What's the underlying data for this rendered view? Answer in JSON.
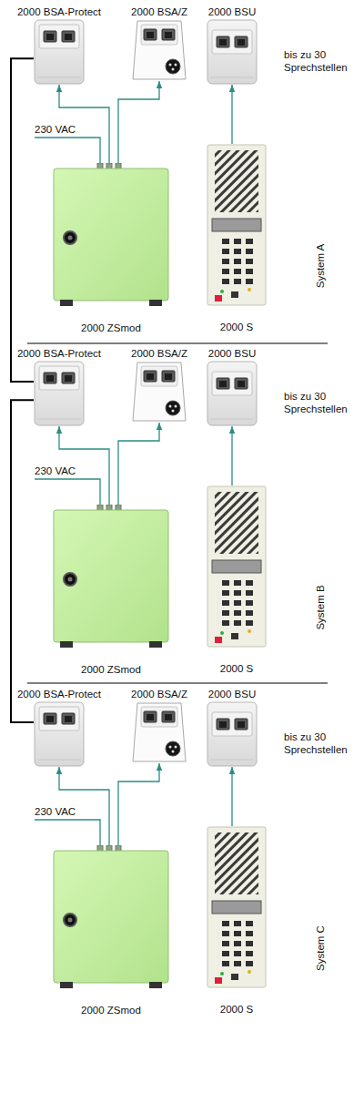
{
  "diagram": {
    "nodes": [
      {
        "text": [
          "2000 BSA-Protect"
        ]
      },
      {
        "text": [
          "2000 BSA/Z"
        ]
      },
      {
        "text": [
          "2000 BSU"
        ]
      },
      {
        "text": [
          "2000 ZSmod"
        ]
      },
      {
        "text": [
          "2000 S"
        ]
      },
      {
        "text": [
          "2000 BSA-Protect"
        ]
      },
      {
        "text": [
          "2000 BSA/Z"
        ]
      },
      {
        "text": [
          "2000 BSU"
        ]
      },
      {
        "text": [
          "2000 ZSmod"
        ]
      },
      {
        "text": [
          "2000 S"
        ]
      },
      {
        "text": [
          "2000 BSA-Protect"
        ]
      },
      {
        "text": [
          "2000 BSA/Z"
        ]
      },
      {
        "text": [
          "2000 BSU"
        ]
      },
      {
        "text": [
          "2000 ZSmod"
        ]
      },
      {
        "text": [
          "2000 S"
        ]
      }
    ],
    "edges": [
      {
        "from": 3,
        "to": 0,
        "arrow": "to"
      },
      {
        "from": 3,
        "to": 1,
        "arrow": "to"
      },
      {
        "from": 4,
        "to": 2,
        "arrow": "to"
      },
      {
        "from": 8,
        "to": 5,
        "arrow": "to"
      },
      {
        "from": 8,
        "to": 6,
        "arrow": "to"
      },
      {
        "from": 9,
        "to": 7,
        "arrow": "to"
      },
      {
        "from": 13,
        "to": 10,
        "arrow": "to"
      },
      {
        "from": 13,
        "to": 11,
        "arrow": "to"
      },
      {
        "from": 14,
        "to": 12,
        "arrow": "to"
      },
      {
        "from": 0,
        "to": 5,
        "arrow": "none"
      },
      {
        "from": 5,
        "to": 10,
        "arrow": "none"
      }
    ],
    "labels": [
      "bis zu 30 Sprechstellen",
      "230 VAC",
      "System A",
      "bis zu 30 Sprechstellen",
      "230 VAC",
      "System B",
      "bis zu 30 Sprechstellen",
      "230 VAC",
      "System C"
    ]
  }
}
